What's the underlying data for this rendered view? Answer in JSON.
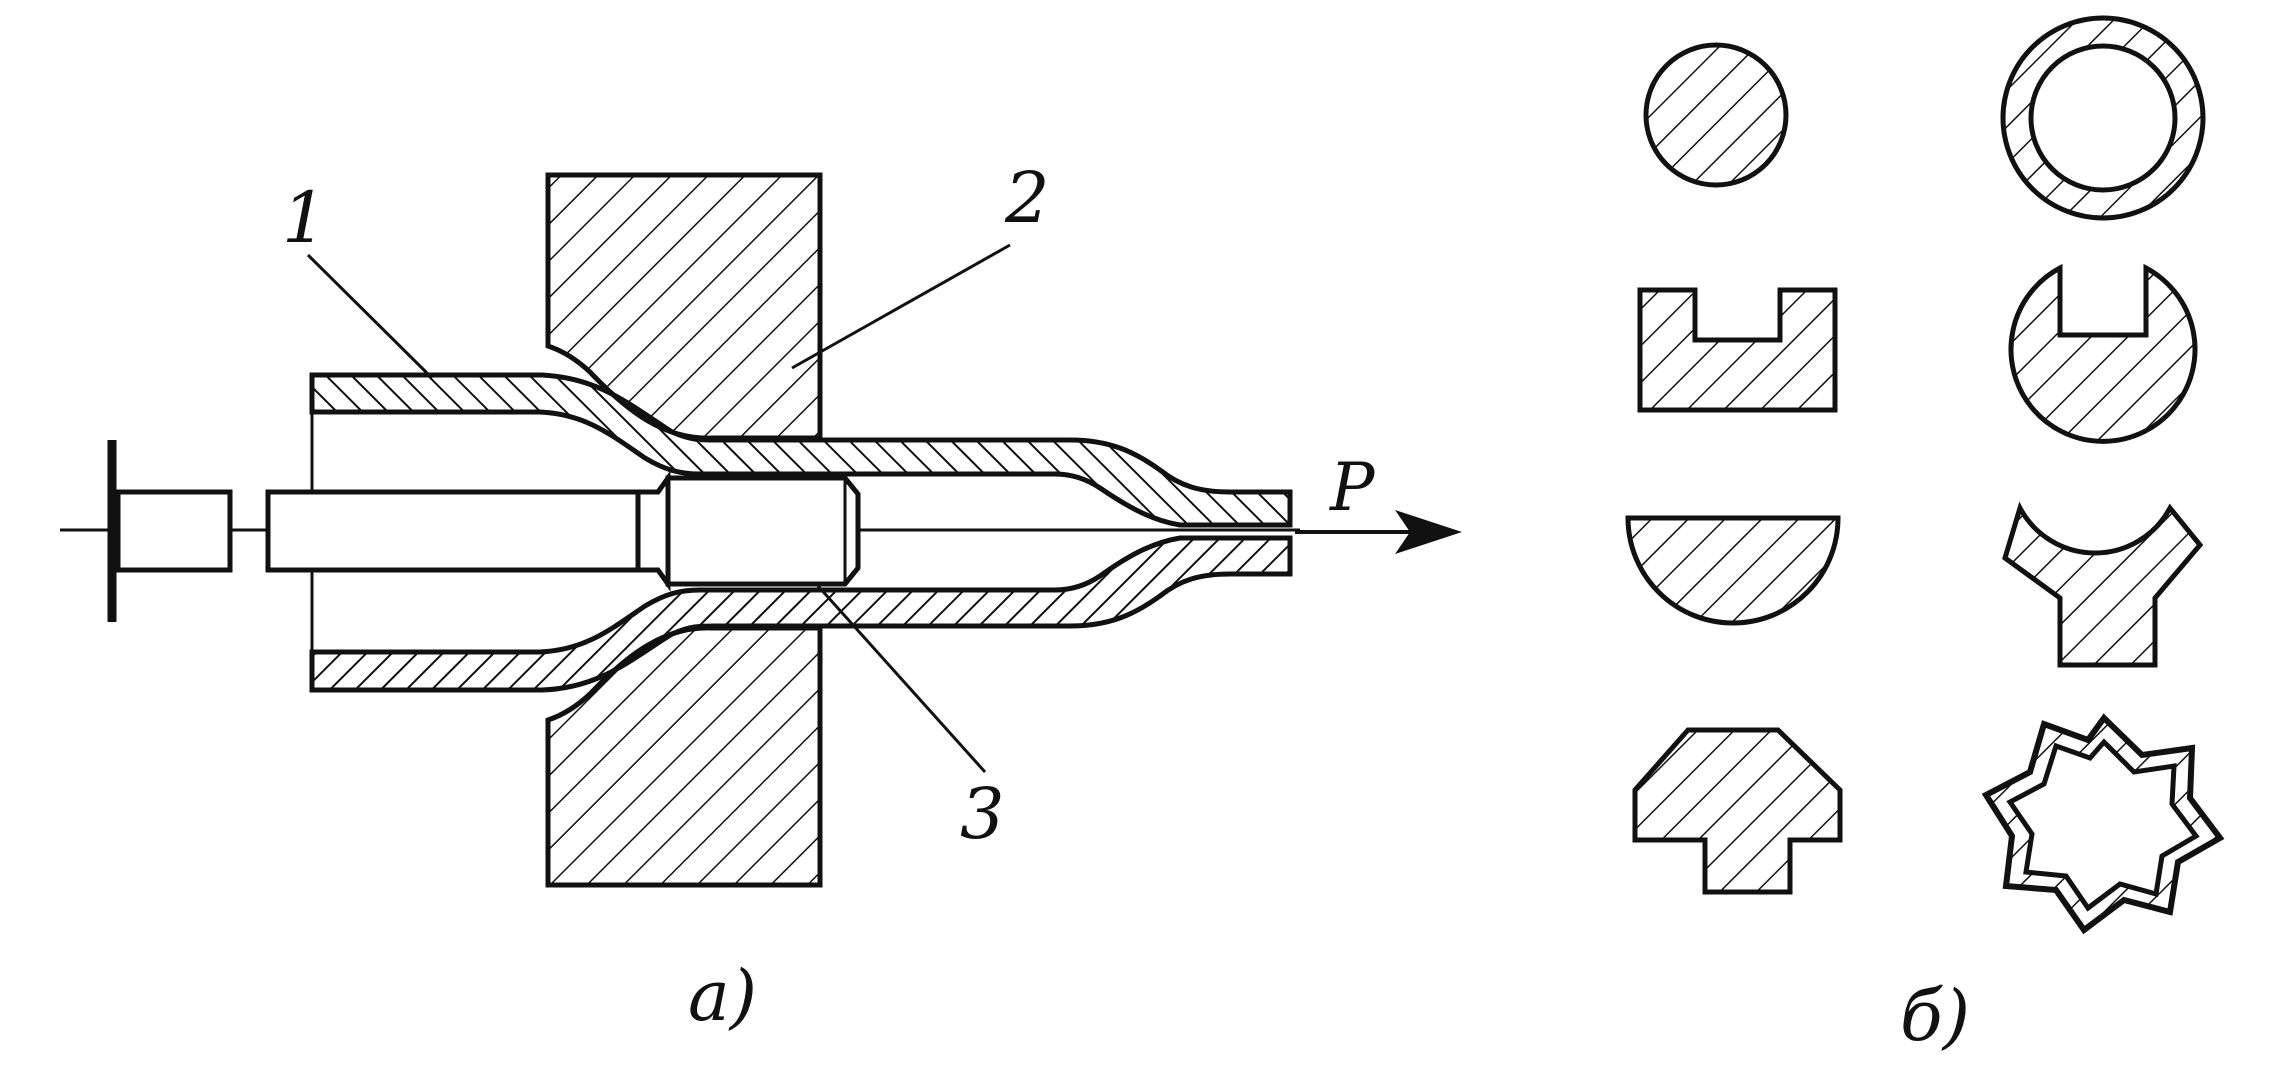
{
  "figure": {
    "label_1": "1",
    "label_2": "2",
    "label_3": "3",
    "label_p": "P",
    "caption_a": "а)",
    "caption_b": "б)"
  },
  "colors": {
    "ink": "#111111",
    "paper": "#ffffff"
  }
}
